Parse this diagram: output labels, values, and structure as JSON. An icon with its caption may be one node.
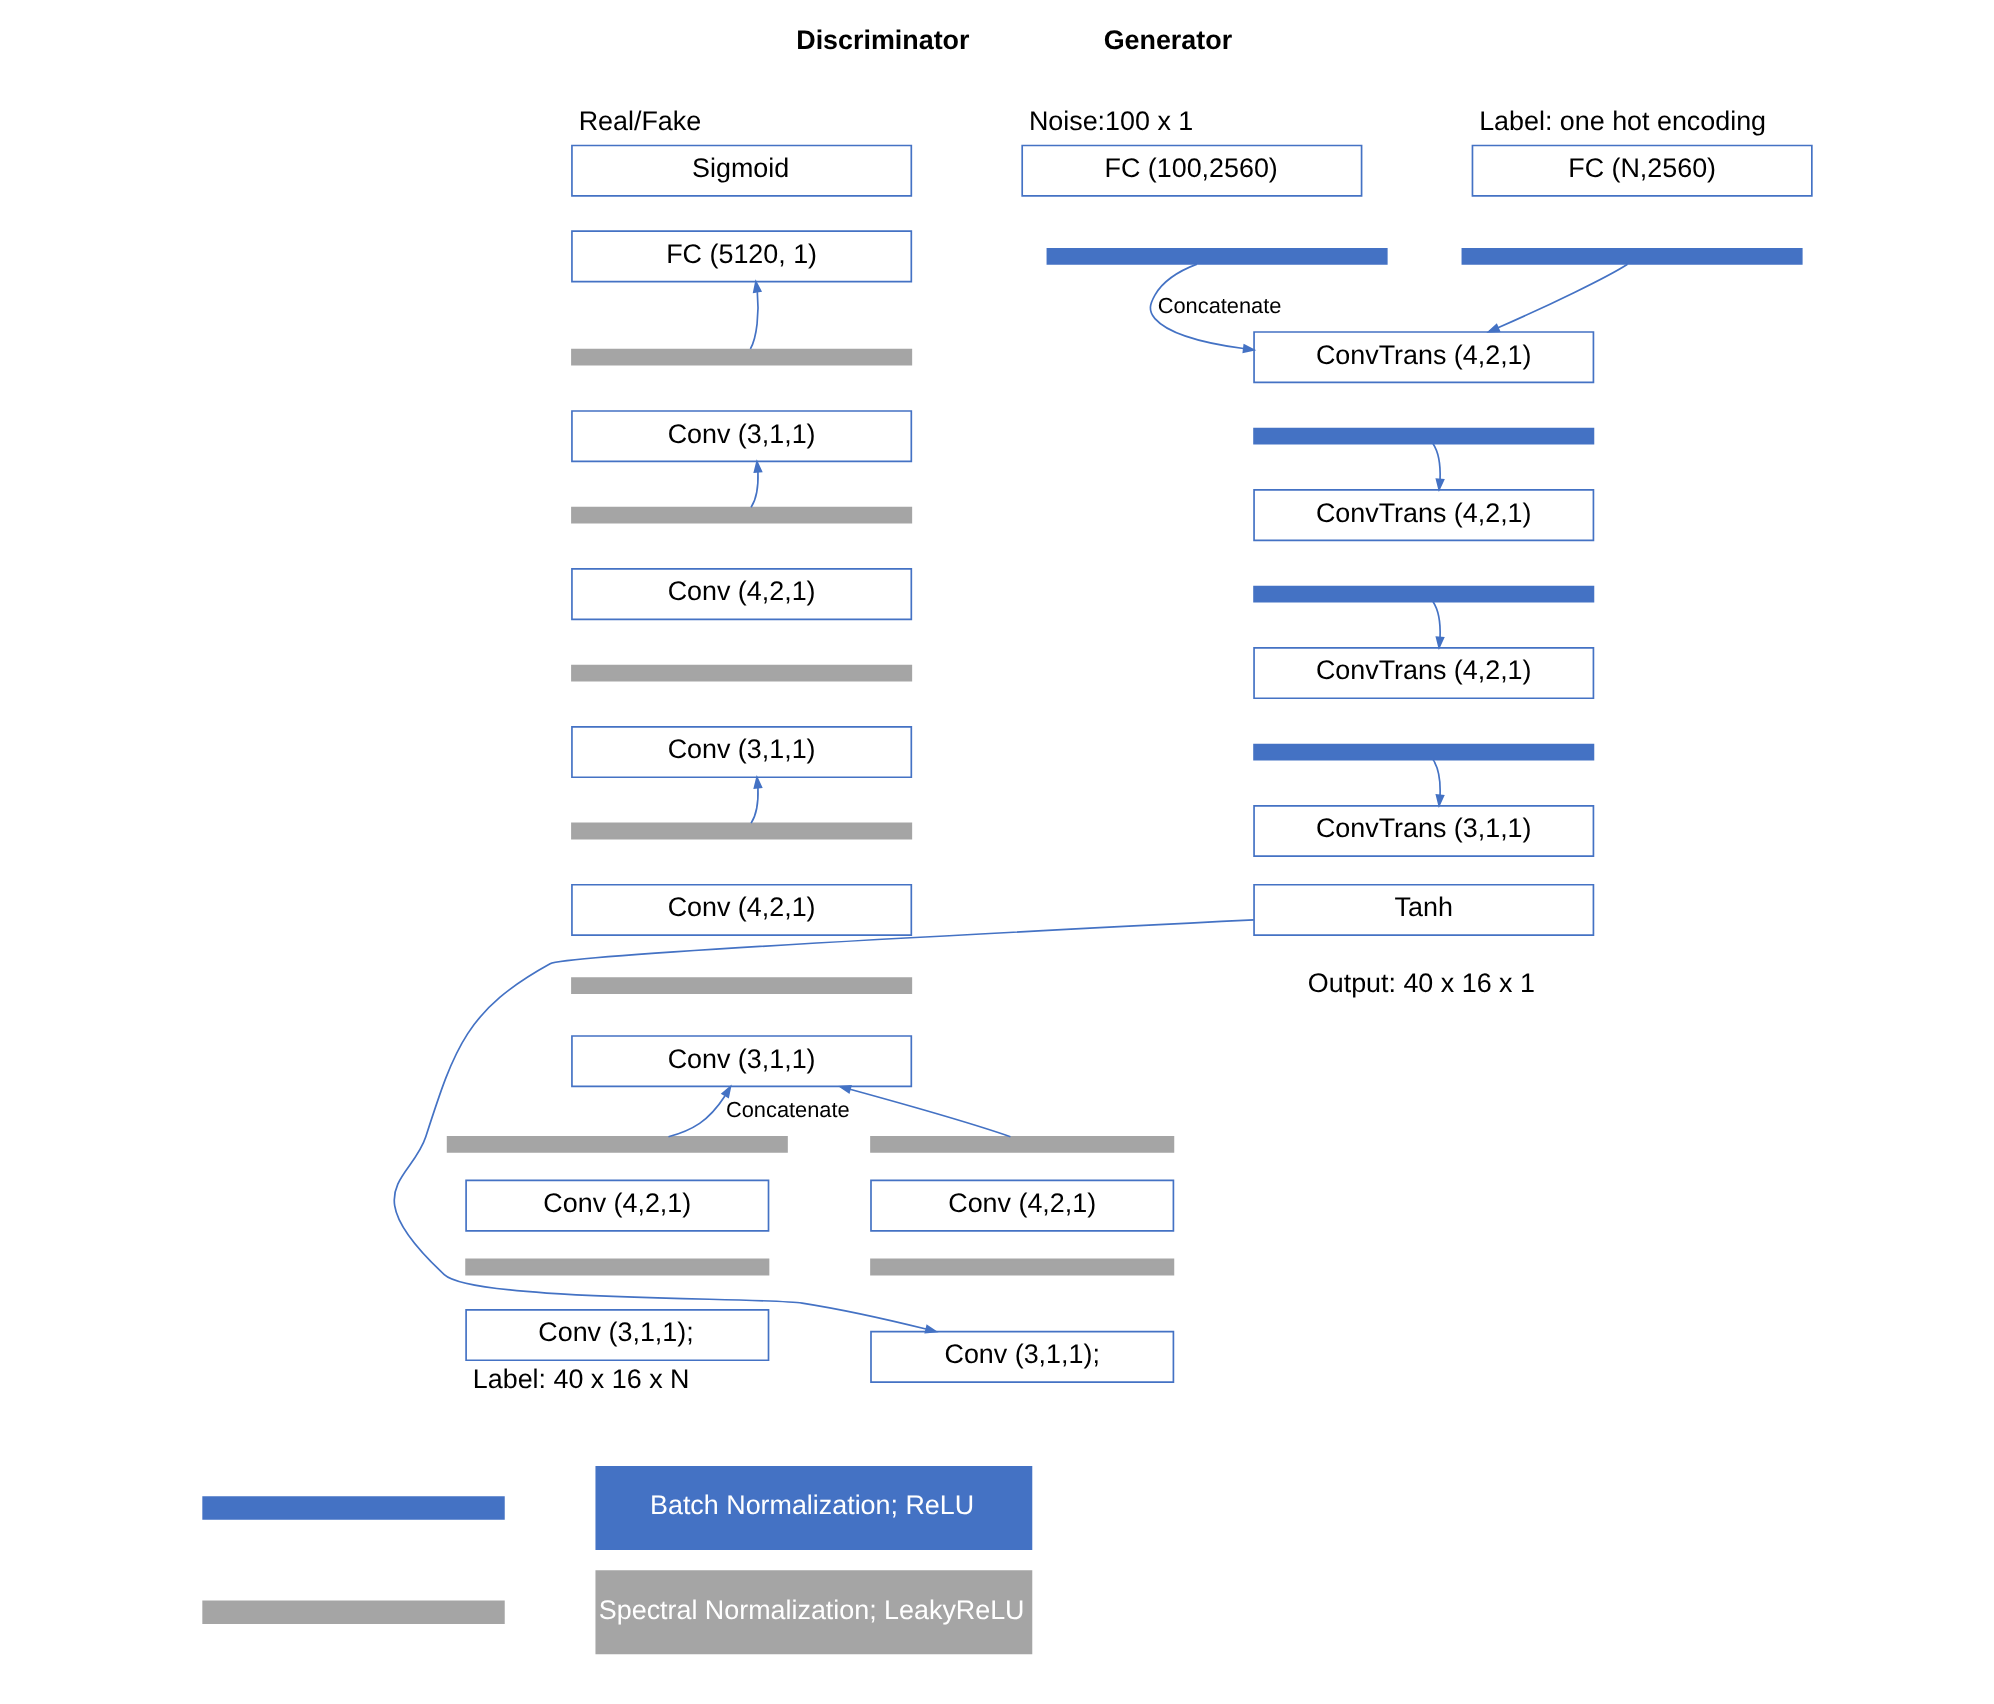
{
  "diagram": {
    "nodes": [
      {
        "text": [
          "Sigmoid"
        ],
        "beside": [
          "Real/Fake"
        ]
      },
      {
        "text": [
          "FC (5120, 1)"
        ]
      },
      {
        "text": [],
        "shape": "bar"
      },
      {
        "text": [
          "Conv (3,1,1)"
        ]
      },
      {
        "text": [],
        "shape": "bar"
      },
      {
        "text": [
          "Conv (4,2,1)"
        ]
      },
      {
        "text": [],
        "shape": "bar"
      },
      {
        "text": [
          "Conv (3,1,1)"
        ]
      },
      {
        "text": [],
        "shape": "bar"
      },
      {
        "text": [
          "Conv (4,2,1)"
        ]
      },
      {
        "text": [],
        "shape": "bar"
      },
      {
        "text": [
          "Conv (3,1,1)"
        ]
      },
      {
        "text": [],
        "shape": "bar"
      },
      {
        "text": [
          "Conv (4,2,1)"
        ]
      },
      {
        "text": [],
        "shape": "bar"
      },
      {
        "text": [
          "Conv (3,1,1);"
        ],
        "beside": [
          "Label: 40 x 16 x N"
        ]
      },
      {
        "text": [],
        "shape": "bar"
      },
      {
        "text": [
          "Conv (4,2,1)"
        ]
      },
      {
        "text": [],
        "shape": "bar"
      },
      {
        "text": [
          "Conv (3,1,1);"
        ]
      },
      {
        "text": [
          "FC (100,2560)"
        ],
        "beside": [
          "Noise:100 x 1"
        ]
      },
      {
        "text": [],
        "shape": "bar"
      },
      {
        "text": [
          "FC (N,2560)"
        ],
        "beside": [
          "Label: one hot encoding"
        ]
      },
      {
        "text": [],
        "shape": "bar"
      },
      {
        "text": [
          "ConvTrans (4,2,1)"
        ]
      },
      {
        "text": [],
        "shape": "bar"
      },
      {
        "text": [
          "ConvTrans (4,2,1)"
        ]
      },
      {
        "text": [],
        "shape": "bar"
      },
      {
        "text": [
          "ConvTrans (4,2,1)"
        ]
      },
      {
        "text": [],
        "shape": "bar"
      },
      {
        "text": [
          "ConvTrans (3,1,1)"
        ]
      },
      {
        "text": [
          "Tanh"
        ]
      }
    ],
    "edges": [
      {
        "from": 2,
        "to": 1,
        "arrow": "to"
      },
      {
        "from": 4,
        "to": 3,
        "arrow": "to"
      },
      {
        "from": 8,
        "to": 7,
        "arrow": "to"
      },
      {
        "from": 12,
        "to": 11,
        "arrow": "to",
        "label": "Concatenate"
      },
      {
        "from": 16,
        "to": 11,
        "arrow": "to"
      },
      {
        "from": 21,
        "to": 24,
        "arrow": "to",
        "label": "Concatenate"
      },
      {
        "from": 23,
        "to": 24,
        "arrow": "to"
      },
      {
        "from": 25,
        "to": 26,
        "arrow": "to"
      },
      {
        "from": 27,
        "to": 28,
        "arrow": "to"
      },
      {
        "from": 29,
        "to": 30,
        "arrow": "to"
      },
      {
        "from": 31,
        "to": 19,
        "arrow": "to"
      }
    ],
    "labels": [
      "Discriminator",
      "Generator",
      "Output: 40 x 16 x 1"
    ],
    "legend": [
      {
        "text": "Batch Normalization; ReLU",
        "color": "#4472c4"
      },
      {
        "text": "Spectral Normalization; LeakyReLU",
        "color": "#a5a5a5"
      }
    ]
  }
}
